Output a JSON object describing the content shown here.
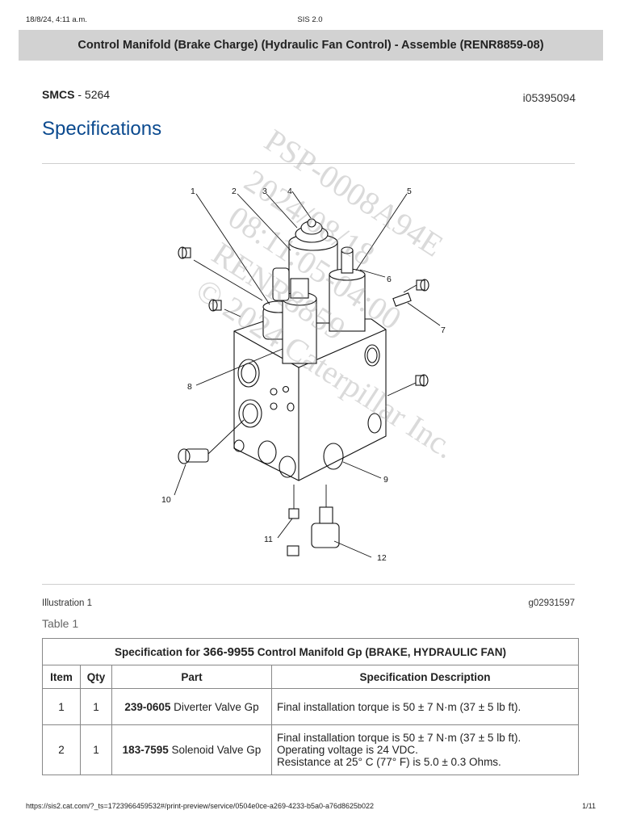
{
  "print_header": {
    "date": "18/8/24, 4:11 a.m.",
    "app": "SIS 2.0"
  },
  "title": "Control Manifold (Brake Charge) (Hydraulic Fan Control) - Assemble (RENR8859-08)",
  "smcs": {
    "label": "SMCS",
    "separator": " - ",
    "value": "5264"
  },
  "doc_id": "i05395094",
  "section_title": "Specifications",
  "illustration": {
    "caption": "Illustration 1",
    "graphic_id": "g02931597",
    "callouts": [
      "1",
      "2",
      "3",
      "4",
      "5",
      "6",
      "7",
      "8",
      "9",
      "10",
      "11",
      "12"
    ],
    "watermark": [
      "PSP-0008A94E",
      "2024/08/18",
      "08:11:05-04:00",
      "RENR8859",
      "© 2024 Caterpillar Inc."
    ]
  },
  "table": {
    "caption": "Table 1",
    "title_prefix": "Specification for ",
    "title_part": "366-9955",
    "title_suffix": " Control Manifold Gp (BRAKE, HYDRAULIC FAN)",
    "headers": [
      "Item",
      "Qty",
      "Part",
      "Specification Description"
    ],
    "rows": [
      {
        "item": "1",
        "qty": "1",
        "part_number": "239-0605",
        "part_name": " Diverter Valve Gp",
        "description": [
          "Final installation torque is 50 ± 7 N·m (37 ± 5 lb ft)."
        ]
      },
      {
        "item": "2",
        "qty": "1",
        "part_number": "183-7595",
        "part_name": " Solenoid Valve Gp",
        "description": [
          "Final installation torque is 50 ± 7 N·m (37 ± 5 lb ft).",
          "Operating voltage is 24 VDC.",
          "Resistance at 25° C (77° F) is 5.0 ± 0.3 Ohms."
        ]
      }
    ]
  },
  "footer": {
    "url": "https://sis2.cat.com/?_ts=1723966459532#/print-preview/service/0504e0ce-a269-4233-b5a0-a76d8625b022",
    "page": "1/11"
  }
}
